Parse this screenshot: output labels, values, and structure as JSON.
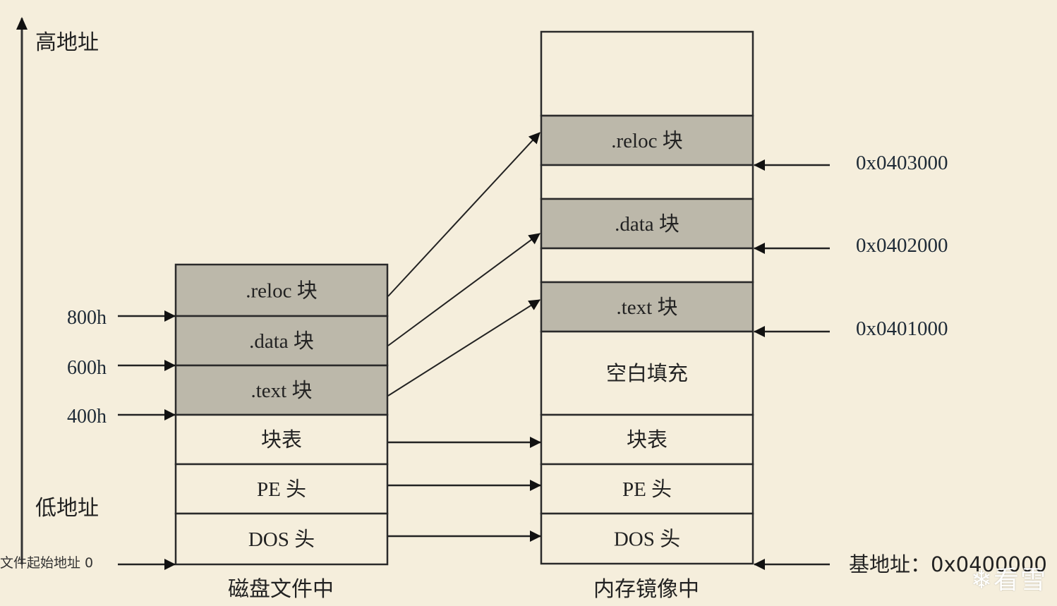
{
  "colors": {
    "background": "#f5eedc",
    "section_fill": "#bcb8aa",
    "plain_fill": "#f5eedc",
    "stroke": "#2a2a2a",
    "text": "#1e2a36",
    "watermark": "#ffffff"
  },
  "axis": {
    "high_label": "高地址",
    "low_label": "低地址"
  },
  "disk": {
    "caption": "磁盘文件中",
    "start_label": "文件起始地址 0",
    "blocks": [
      {
        "label": ".reloc 块",
        "shaded": true
      },
      {
        "label": ".data 块",
        "shaded": true
      },
      {
        "label": ".text 块",
        "shaded": true
      },
      {
        "label": "块表",
        "shaded": false
      },
      {
        "label": "PE 头",
        "shaded": false
      },
      {
        "label": "DOS 头",
        "shaded": false
      }
    ],
    "offsets": [
      "800h",
      "600h",
      "400h"
    ]
  },
  "memory": {
    "caption": "内存镜像中",
    "base_label": "基地址：0x0400000",
    "blocks": [
      {
        "label": "",
        "shaded": false
      },
      {
        "label": ".reloc 块",
        "shaded": true
      },
      {
        "label": "",
        "shaded": false
      },
      {
        "label": ".data 块",
        "shaded": true
      },
      {
        "label": "",
        "shaded": false
      },
      {
        "label": ".text 块",
        "shaded": true
      },
      {
        "label": "空白填充",
        "shaded": false
      },
      {
        "label": "块表",
        "shaded": false
      },
      {
        "label": "PE 头",
        "shaded": false
      },
      {
        "label": "DOS 头",
        "shaded": false
      }
    ],
    "addresses": [
      "0x0403000",
      "0x0402000",
      "0x0401000"
    ]
  },
  "watermark": "❄看雪"
}
